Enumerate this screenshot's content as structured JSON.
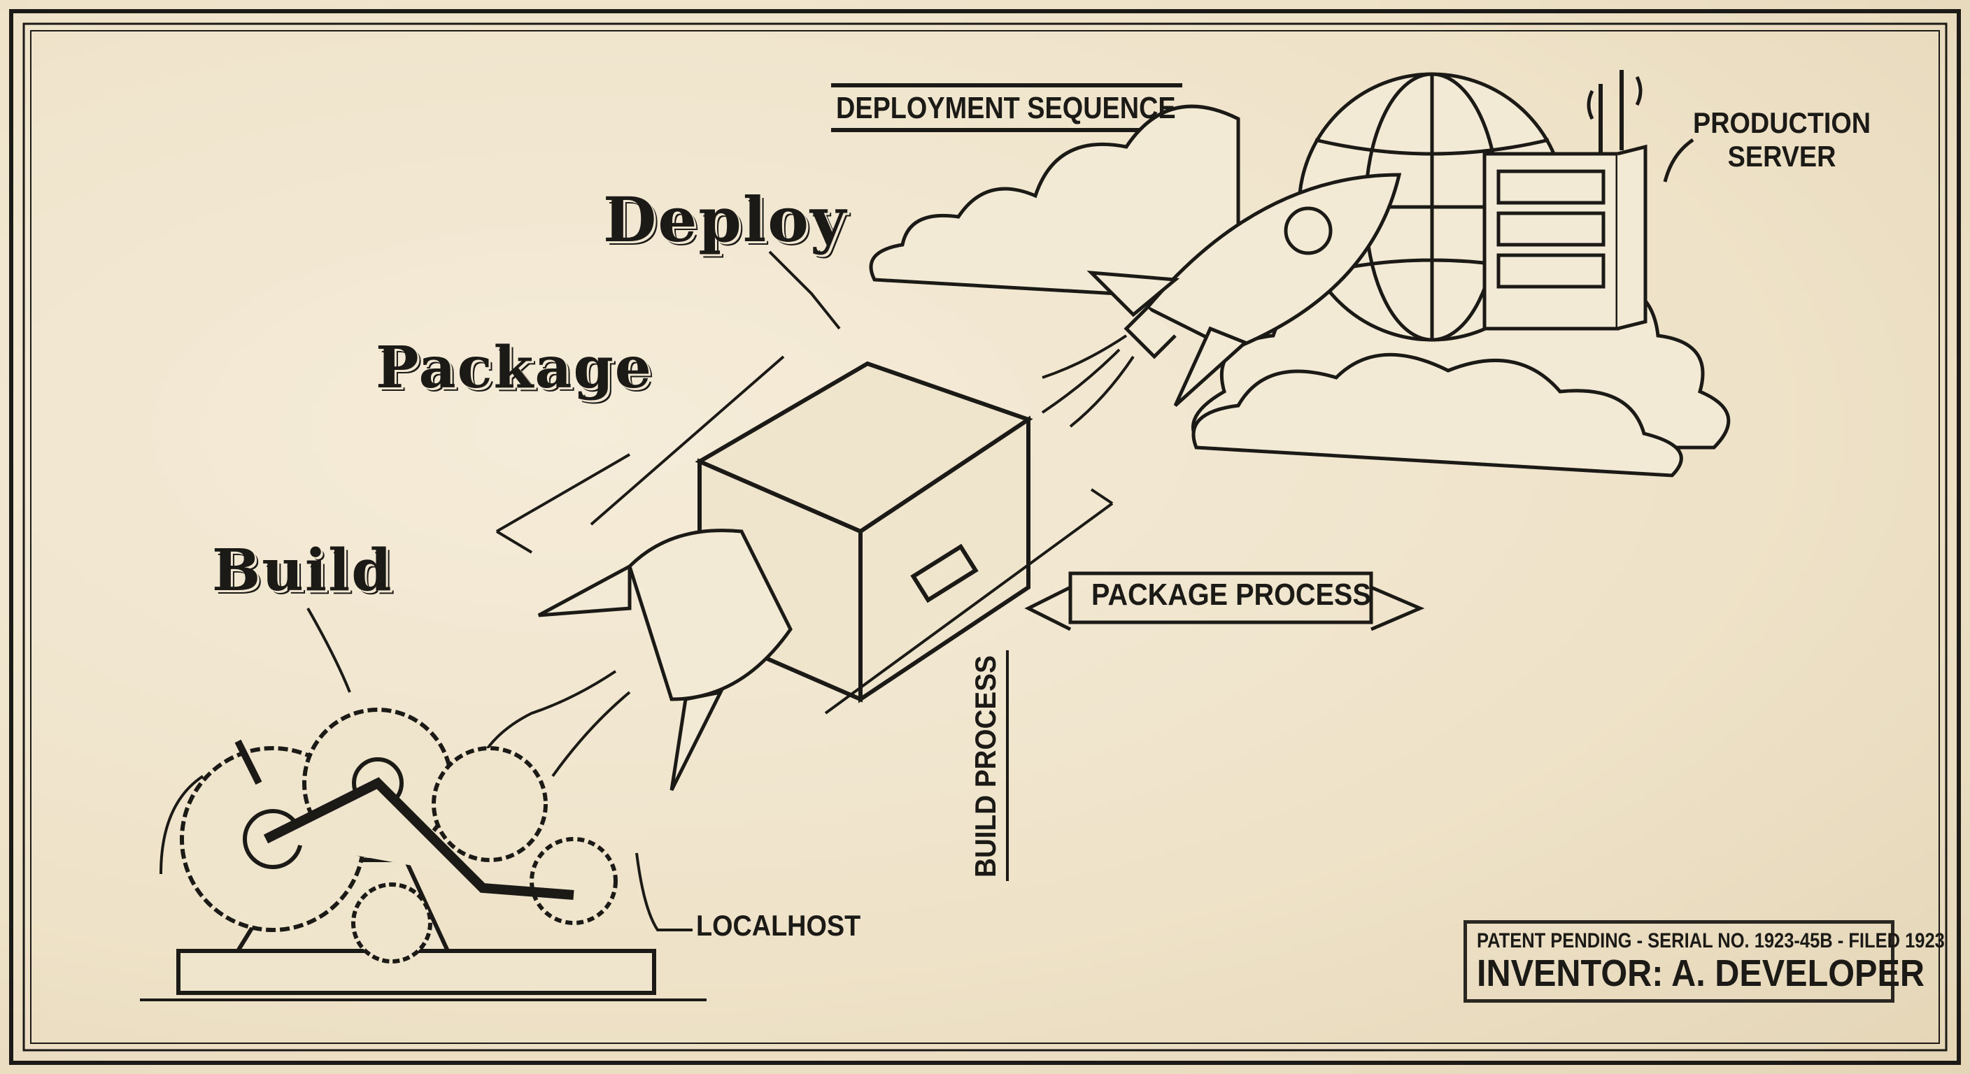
{
  "labels": {
    "deployment_sequence": "DEPLOYMENT SEQUENCE",
    "deploy": "Deploy",
    "package": "Package",
    "build": "Build",
    "package_process": "PACKAGE PROCESS",
    "build_process": "BUILD PROCESS",
    "localhost": "LOCALHOST",
    "production_server_line1": "PRODUCTION",
    "production_server_line2": "SERVER"
  },
  "patent_stamp": {
    "line1": "PATENT PENDING - SERIAL NO. 1923-45B - FILED 1923",
    "line2": "INVENTOR: A. DEVELOPER"
  },
  "illustrations": [
    "gear-machine",
    "riveted-trunk-with-rocket-engine",
    "rocket",
    "globe",
    "server-rack",
    "clouds"
  ],
  "colors": {
    "paper": "#f1e7d2",
    "ink": "#1c1a17"
  }
}
